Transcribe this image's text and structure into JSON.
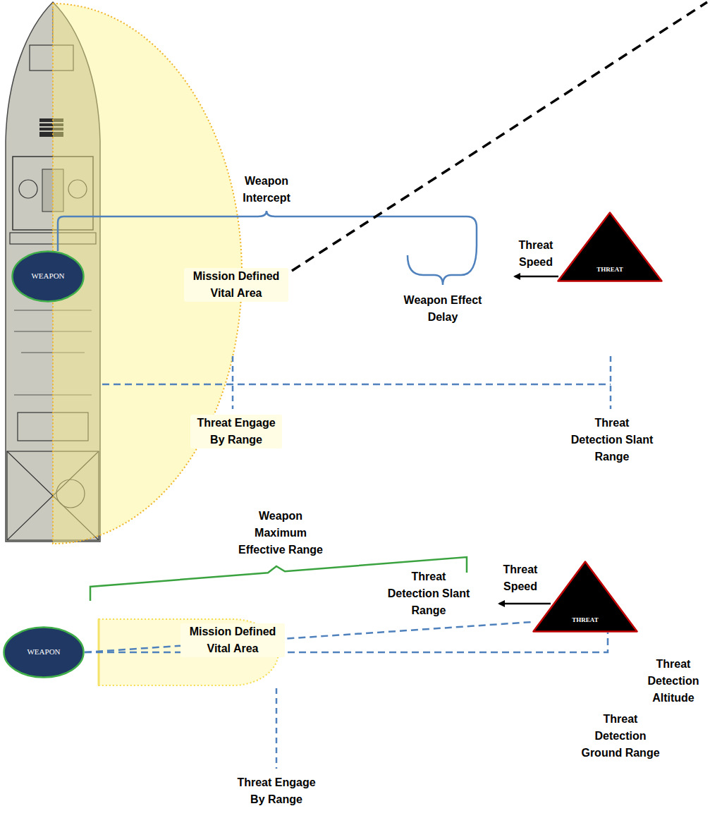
{
  "diagram": {
    "nodes": [
      {
        "text": [
          "WEAPON"
        ]
      },
      {
        "text": [
          "THREAT"
        ]
      },
      {
        "text": [
          "WEAPON"
        ]
      },
      {
        "text": [
          "THREAT"
        ]
      }
    ],
    "edges": [
      {
        "from": 2,
        "to": 3,
        "arrow": "none"
      },
      {
        "from": 2,
        "to": 3,
        "arrow": "none"
      }
    ],
    "labels": [
      "Weapon Intercept",
      "Mission Defined Vital Area",
      "Weapon Effect Delay",
      "Threat Speed",
      "Threat Engage By Range",
      "Threat Detection Slant Range",
      "Weapon Maximum Effective Range",
      "Threat Speed",
      "Threat Detection Slant Range",
      "Mission Defined Vital Area",
      "Threat Detection Altitude",
      "Threat Detection Ground Range",
      "Threat Engage By Range"
    ]
  }
}
